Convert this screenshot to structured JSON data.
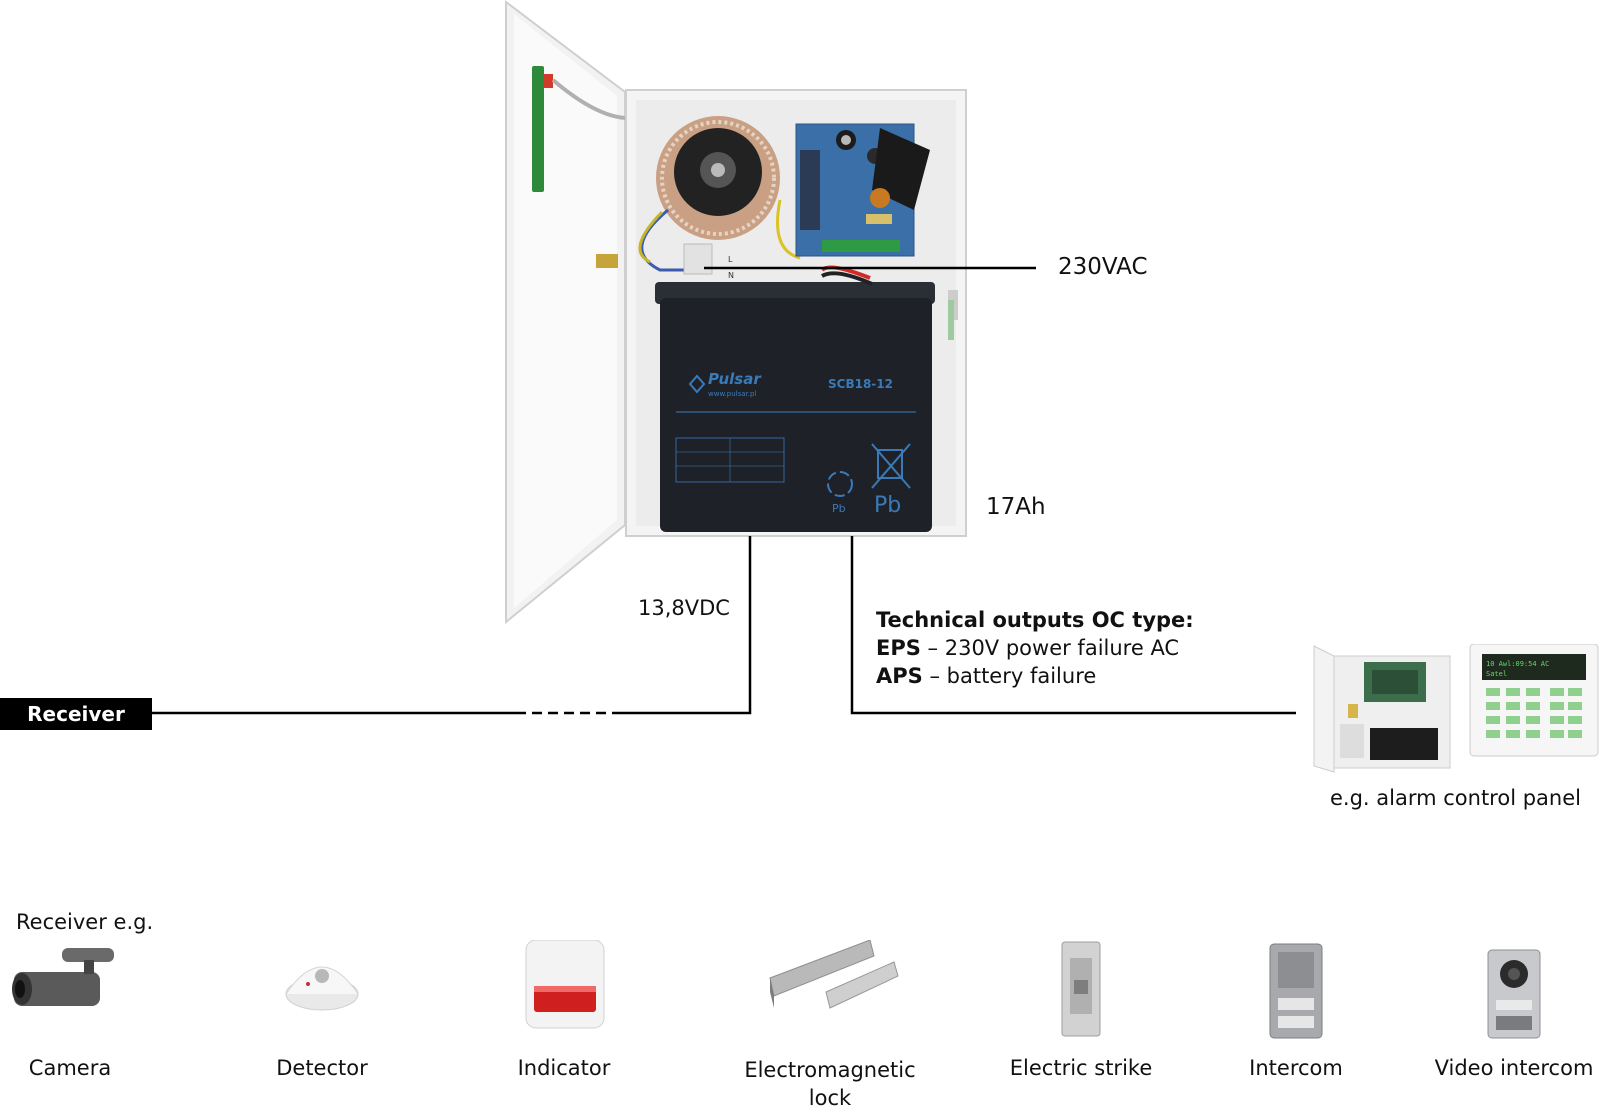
{
  "labels": {
    "mains": "230VAC",
    "battery": "17Ah",
    "dc_output": "13,8VDC",
    "receiver_tag": "Receiver",
    "receiver_eg": "Receiver e.g.",
    "alarm_panel": "e.g. alarm control panel"
  },
  "tech_outputs": {
    "title": "Technical outputs OC type:",
    "eps_key": "EPS",
    "eps_text": " – 230V power failure AC",
    "aps_key": "APS",
    "aps_text": " – battery failure"
  },
  "battery_print": {
    "brand": "Pulsar",
    "site": "www.pulsar.pl",
    "model": "SCB18-12",
    "chem": "Pb"
  },
  "keypad_display": "10 Awl:09:54 AC\nSatel",
  "devices": [
    {
      "label": "Camera",
      "icon": "camera-icon"
    },
    {
      "label": "Detector",
      "icon": "detector-icon"
    },
    {
      "label": "Indicator",
      "icon": "indicator-icon"
    },
    {
      "label": "Electromagnetic\nlock",
      "icon": "electromagnetic-lock-icon"
    },
    {
      "label": "Electric strike",
      "icon": "electric-strike-icon"
    },
    {
      "label": "Intercom",
      "icon": "intercom-icon"
    },
    {
      "label": "Video intercom",
      "icon": "video-intercom-icon"
    }
  ],
  "colors": {
    "battery": "#1e2228",
    "battery_text": "#3a7ab8",
    "pcb": "#3b6fa8",
    "wire": "#000000"
  }
}
